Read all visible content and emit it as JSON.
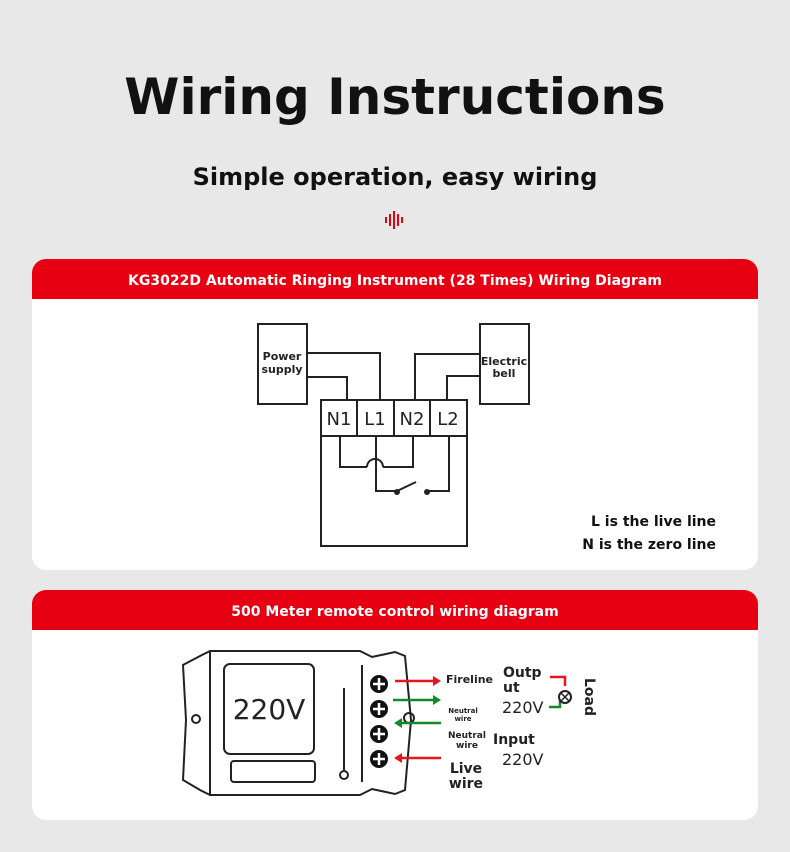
{
  "title": "Wiring Instructions",
  "subtitle": "Simple operation, easy wiring",
  "diagram1": {
    "header": "KG3022D Automatic Ringing Instrument (28 Times) Wiring Diagram",
    "power_supply": [
      "Power",
      "supply"
    ],
    "electric_bell": [
      "Electric",
      "bell"
    ],
    "terminals": [
      "N1",
      "L1",
      "N2",
      "L2"
    ],
    "note_l": "L is the live line",
    "note_n": "N is the zero line"
  },
  "diagram2": {
    "header": "500 Meter remote control wiring diagram",
    "device_label": "220V",
    "fireline": "Fireline",
    "neutral_out": [
      "Neutral",
      "wire"
    ],
    "neutral_in": [
      "Neutral",
      "wire"
    ],
    "live": [
      "Live",
      "wire"
    ],
    "output": [
      "Outp",
      "ut",
      "220V"
    ],
    "input": [
      "Input",
      "220V"
    ],
    "load": "Load"
  },
  "colors": {
    "accent": "#e60012",
    "live": "#e8141e",
    "neutral": "#128a2a"
  }
}
